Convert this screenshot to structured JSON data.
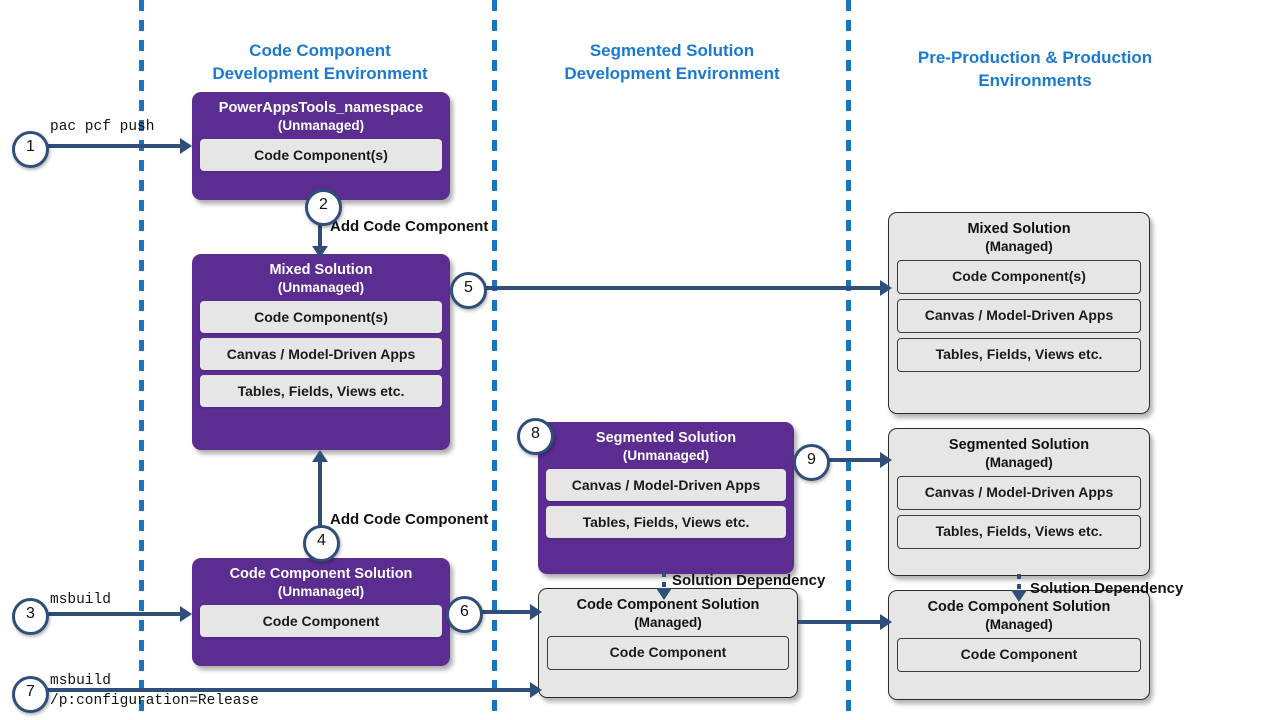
{
  "columns": [
    {
      "title_line1": "Code Component",
      "title_line2": "Development Environment"
    },
    {
      "title_line1": "Segmented Solution",
      "title_line2": "Development Environment"
    },
    {
      "title_line1": "Pre-Production & Production",
      "title_line2": "Environments"
    }
  ],
  "boxes": {
    "powerappstools": {
      "title": "PowerAppsTools_namespace",
      "subtitle": "(Unmanaged)",
      "items": [
        "Code Component(s)"
      ]
    },
    "mixed_unmanaged": {
      "title": "Mixed Solution",
      "subtitle": "(Unmanaged)",
      "items": [
        "Code Component(s)",
        "Canvas / Model-Driven Apps",
        "Tables, Fields, Views etc."
      ]
    },
    "code_component_solution_unmanaged": {
      "title": "Code Component Solution",
      "subtitle": "(Unmanaged)",
      "items": [
        "Code Component"
      ]
    },
    "segmented_unmanaged": {
      "title": "Segmented Solution",
      "subtitle": "(Unmanaged)",
      "items": [
        "Canvas / Model-Driven Apps",
        "Tables, Fields, Views etc."
      ]
    },
    "code_component_solution_managed_mid": {
      "title": "Code Component Solution",
      "subtitle": "(Managed)",
      "items": [
        "Code Component"
      ]
    },
    "mixed_managed": {
      "title": "Mixed Solution",
      "subtitle": "(Managed)",
      "items": [
        "Code Component(s)",
        "Canvas / Model-Driven Apps",
        "Tables, Fields, Views etc."
      ]
    },
    "segmented_managed": {
      "title": "Segmented Solution",
      "subtitle": "(Managed)",
      "items": [
        "Canvas / Model-Driven Apps",
        "Tables, Fields, Views etc."
      ]
    },
    "code_component_solution_managed_right": {
      "title": "Code Component Solution",
      "subtitle": "(Managed)",
      "items": [
        "Code Component"
      ]
    }
  },
  "steps": [
    {
      "n": "1"
    },
    {
      "n": "2"
    },
    {
      "n": "3"
    },
    {
      "n": "4"
    },
    {
      "n": "5"
    },
    {
      "n": "6"
    },
    {
      "n": "7"
    },
    {
      "n": "8"
    },
    {
      "n": "9"
    }
  ],
  "labels": {
    "cmd_pac_pcf_push": "pac pcf push",
    "cmd_msbuild": "msbuild",
    "cmd_msbuild_release_line1": "msbuild",
    "cmd_msbuild_release_line2": "/p:configuration=Release",
    "add_code_component_top": "Add Code Component",
    "add_code_component_bottom": "Add Code Component",
    "solution_dependency_mid": "Solution Dependency",
    "solution_dependency_right": "Solution Dependency"
  },
  "colors": {
    "purple": "#5C2D91",
    "gray_box": "#E6E6E6",
    "divider_blue": "#1B75BC",
    "title_blue": "#1B7AD0",
    "arrow_navy": "#2F4E79"
  }
}
